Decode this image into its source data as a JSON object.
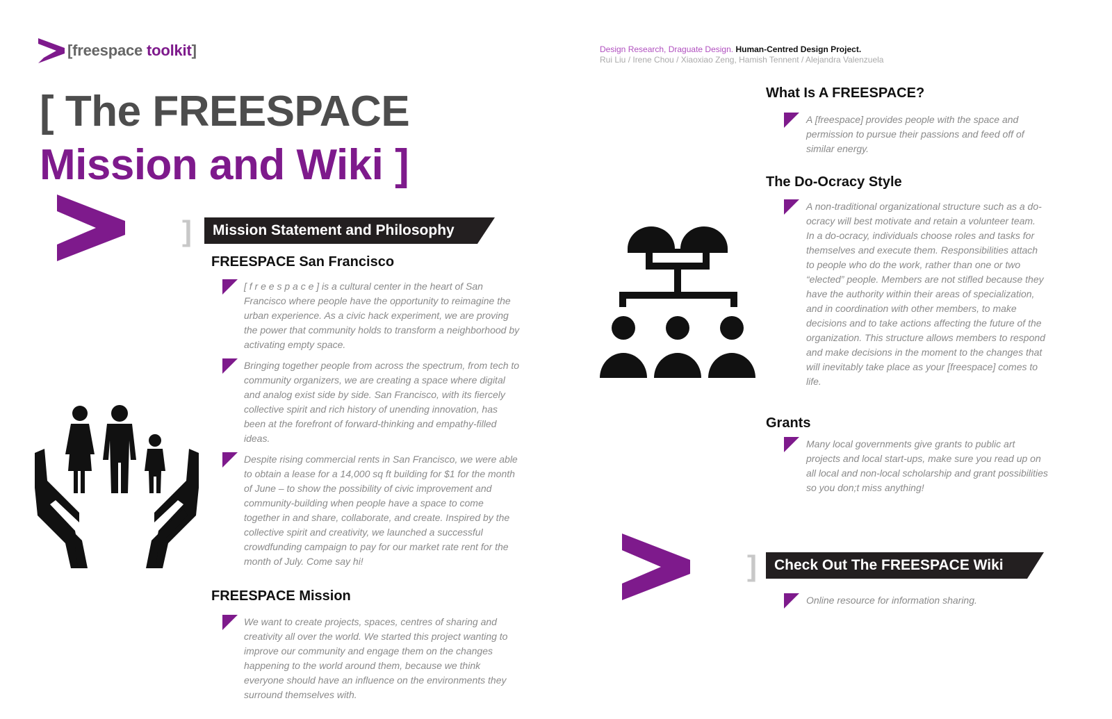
{
  "header": {
    "brand_prefix": "[freespace ",
    "brand_accent": "toolkit",
    "brand_suffix": "]",
    "credits_line1_a": "Design Research, Draguate Design.",
    "credits_line1_b": "Human-Centred Design Project.",
    "credits_line2": "Rui Liu / Irene Chou / Xiaoxiao Zeng, Hamish Tennent / Alejandra Valenzuela"
  },
  "title": {
    "line1": "[ The FREESPACE",
    "line2": "Mission and Wiki ]"
  },
  "left": {
    "banner_bracket": "]",
    "banner": "Mission Statement and Philosophy",
    "sf_heading": "FREESPACE San Francisco",
    "sf_paragraphs": [
      "[ f r e e s p a c e ] is a cultural center in the heart of San Francisco where people have the opportunity to reimagine the urban experience. As a civic hack experiment, we are proving the power that community holds to transform a neighborhood by activating empty space.",
      "Bringing together people from across the spectrum, from tech to community organizers, we are creating a space where digital and analog exist side by side. San Francisco, with its fiercely collective spirit and rich history of unending innovation, has been at the forefront of forward-thinking and empathy-filled ideas.",
      "Despite rising commercial rents in San Francisco, we were able to obtain a lease for a 14,000 sq ft building for $1 for the month of June – to show the possibility of civic improvement and community-building when people have a space to come together in and share, collaborate, and create. Inspired by the collective spirit and creativity, we launched a successful crowdfunding campaign to pay for our market rate rent for the month of July. Come say hi!"
    ],
    "mission_heading": "FREESPACE Mission",
    "mission_paragraph": "We want to create projects, spaces, centres of sharing and creativity all over the world. We started this project wanting to improve our community and engage them on the changes happening to the world around them, because we think everyone should have an influence on the environments they surround themselves with."
  },
  "right": {
    "what_heading": "What Is A FREESPACE?",
    "what_paragraph": "A [freespace] provides people with the space and permission to pursue their passions and feed off of similar energy.",
    "doocracy_heading": "The Do-Ocracy Style",
    "doocracy_paragraph": "A non-traditional organizational structure such as a do-ocracy will best motivate and retain a volunteer team. In a do-ocracy, individuals choose roles and tasks for themselves and execute them. Responsibilities attach to people who do the work, rather than one or two “elected” people. Members are not stifled because they have the authority within their areas of specialization, and in coordination with other members, to make decisions and to take actions affecting the future of the organization. This structure allows members to respond and make decisions in the moment to the changes that will inevitably take place as your [freespace] comes to life.",
    "grants_heading": "Grants",
    "grants_paragraph": "Many local governments give grants to public art projects and local start-ups, make sure you read up on all local and non-local scholarship and grant possibilities so you don;t miss anything!",
    "banner_bracket": "]",
    "banner": "Check Out The FREESPACE Wiki",
    "wiki_paragraph": "Online resource for information sharing."
  },
  "colors": {
    "accent": "#7e1a8c",
    "banner_bg": "#231f20",
    "title_gray": "#4d4d4d",
    "body_gray": "#8a8a8a"
  },
  "icons": [
    "chevron-logo-icon",
    "large-chevron-icon",
    "hands-family-icon",
    "org-hierarchy-icon"
  ]
}
